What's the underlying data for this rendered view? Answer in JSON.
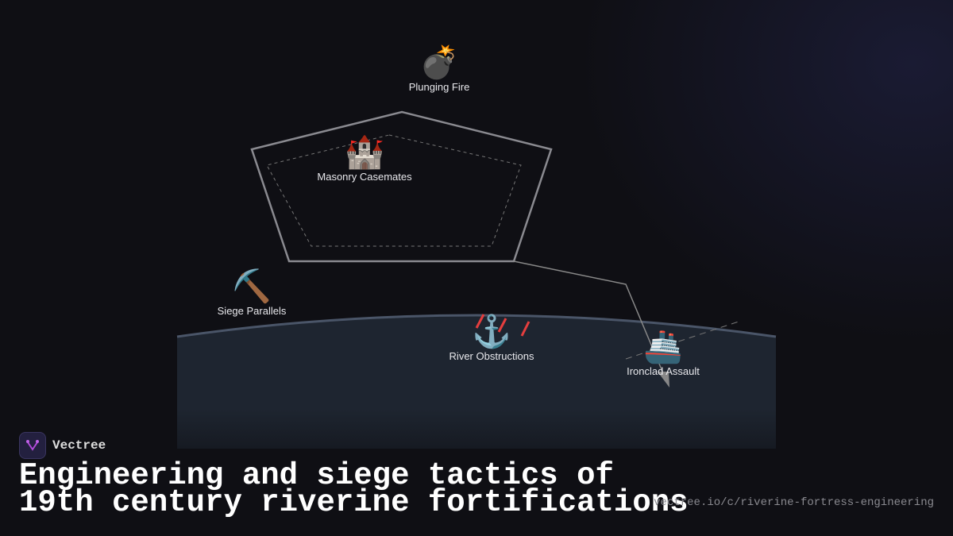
{
  "nodes": [
    {
      "label": "Plunging Fire",
      "icon": "bomb-icon",
      "glyph": "💣"
    },
    {
      "label": "Masonry Casemates",
      "icon": "castle-icon",
      "glyph": "🏰"
    },
    {
      "label": "Siege Parallels",
      "icon": "pick-icon",
      "glyph": "⛏️"
    },
    {
      "label": "River Obstructions",
      "icon": "anchor-icon",
      "glyph": "⚓"
    },
    {
      "label": "Ironclad Assault",
      "icon": "ship-icon",
      "glyph": "🚢"
    }
  ],
  "brand": {
    "name": "Vectree"
  },
  "title": {
    "line1": "Engineering and siege tactics of",
    "line2": "19th century riverine fortifications"
  },
  "url": "vectree.io/c/riverine-fortress-engineering",
  "colors": {
    "background": "#0f0f14",
    "river": "#1e2530",
    "river_edge": "#4a5568",
    "fort_outline": "#8a8a90",
    "obstruction": "#e53e3e"
  }
}
